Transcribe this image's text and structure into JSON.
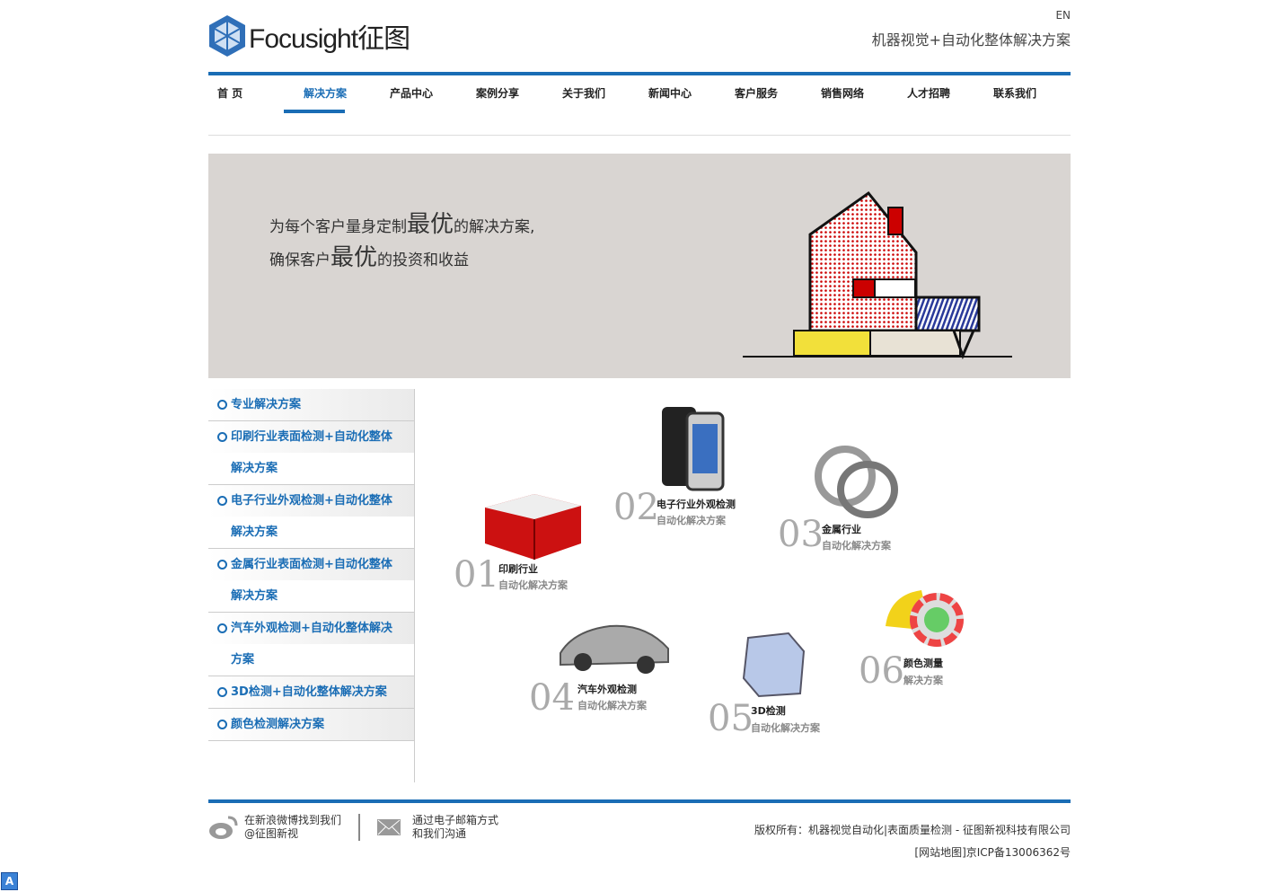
{
  "header": {
    "logo_text": "Focusight征图",
    "lang": "EN",
    "slogan": "机器视觉+自动化整体解决方案"
  },
  "nav": [
    {
      "label": "首 页"
    },
    {
      "label": "解决方案"
    },
    {
      "label": "产品中心"
    },
    {
      "label": "案例分享"
    },
    {
      "label": "关于我们"
    },
    {
      "label": "新闻中心"
    },
    {
      "label": "客户服务"
    },
    {
      "label": "销售网络"
    },
    {
      "label": "人才招聘"
    },
    {
      "label": "联系我们"
    }
  ],
  "banner": {
    "l1a": "为每个客户量身定制",
    "l1b": "最优",
    "l1c": "的解决方案,",
    "l2a": "确保客户",
    "l2b": "最优",
    "l2c": "的投资和收益"
  },
  "sidebar": [
    {
      "line1": "专业解决方案",
      "line2": null
    },
    {
      "line1": "印刷行业表面检测+自动化整体",
      "line2": "解决方案"
    },
    {
      "line1": "电子行业外观检测+自动化整体",
      "line2": "解决方案"
    },
    {
      "line1": "金属行业表面检测+自动化整体",
      "line2": "解决方案"
    },
    {
      "line1": "汽车外观检测+自动化整体解决",
      "line2": "方案"
    },
    {
      "line1": "3D检测+自动化整体解决方案",
      "line2": null
    },
    {
      "line1": "颜色检测解决方案",
      "line2": null
    }
  ],
  "solutions": [
    {
      "num": "01",
      "t1": "印刷行业",
      "t2": "自动化解决方案"
    },
    {
      "num": "02",
      "t1": "电子行业外观检测",
      "t2": "自动化解决方案"
    },
    {
      "num": "03",
      "t1": "金属行业",
      "t2": "自动化解决方案"
    },
    {
      "num": "04",
      "t1": "汽车外观检测",
      "t2": "自动化解决方案"
    },
    {
      "num": "05",
      "t1": "3D检测",
      "t2": "自动化解决方案"
    },
    {
      "num": "06",
      "t1": "颜色测量",
      "t2": "解决方案"
    }
  ],
  "footer": {
    "weibo1": "在新浪微博找到我们",
    "weibo2": "@征图新视",
    "mail1": "通过电子邮箱方式",
    "mail2": "和我们沟通",
    "copyright": "版权所有：机器视觉自动化|表面质量检测 - 征图新视科技有限公司",
    "icp": "[网站地图]京ICP备13006362号"
  },
  "badge": "A"
}
